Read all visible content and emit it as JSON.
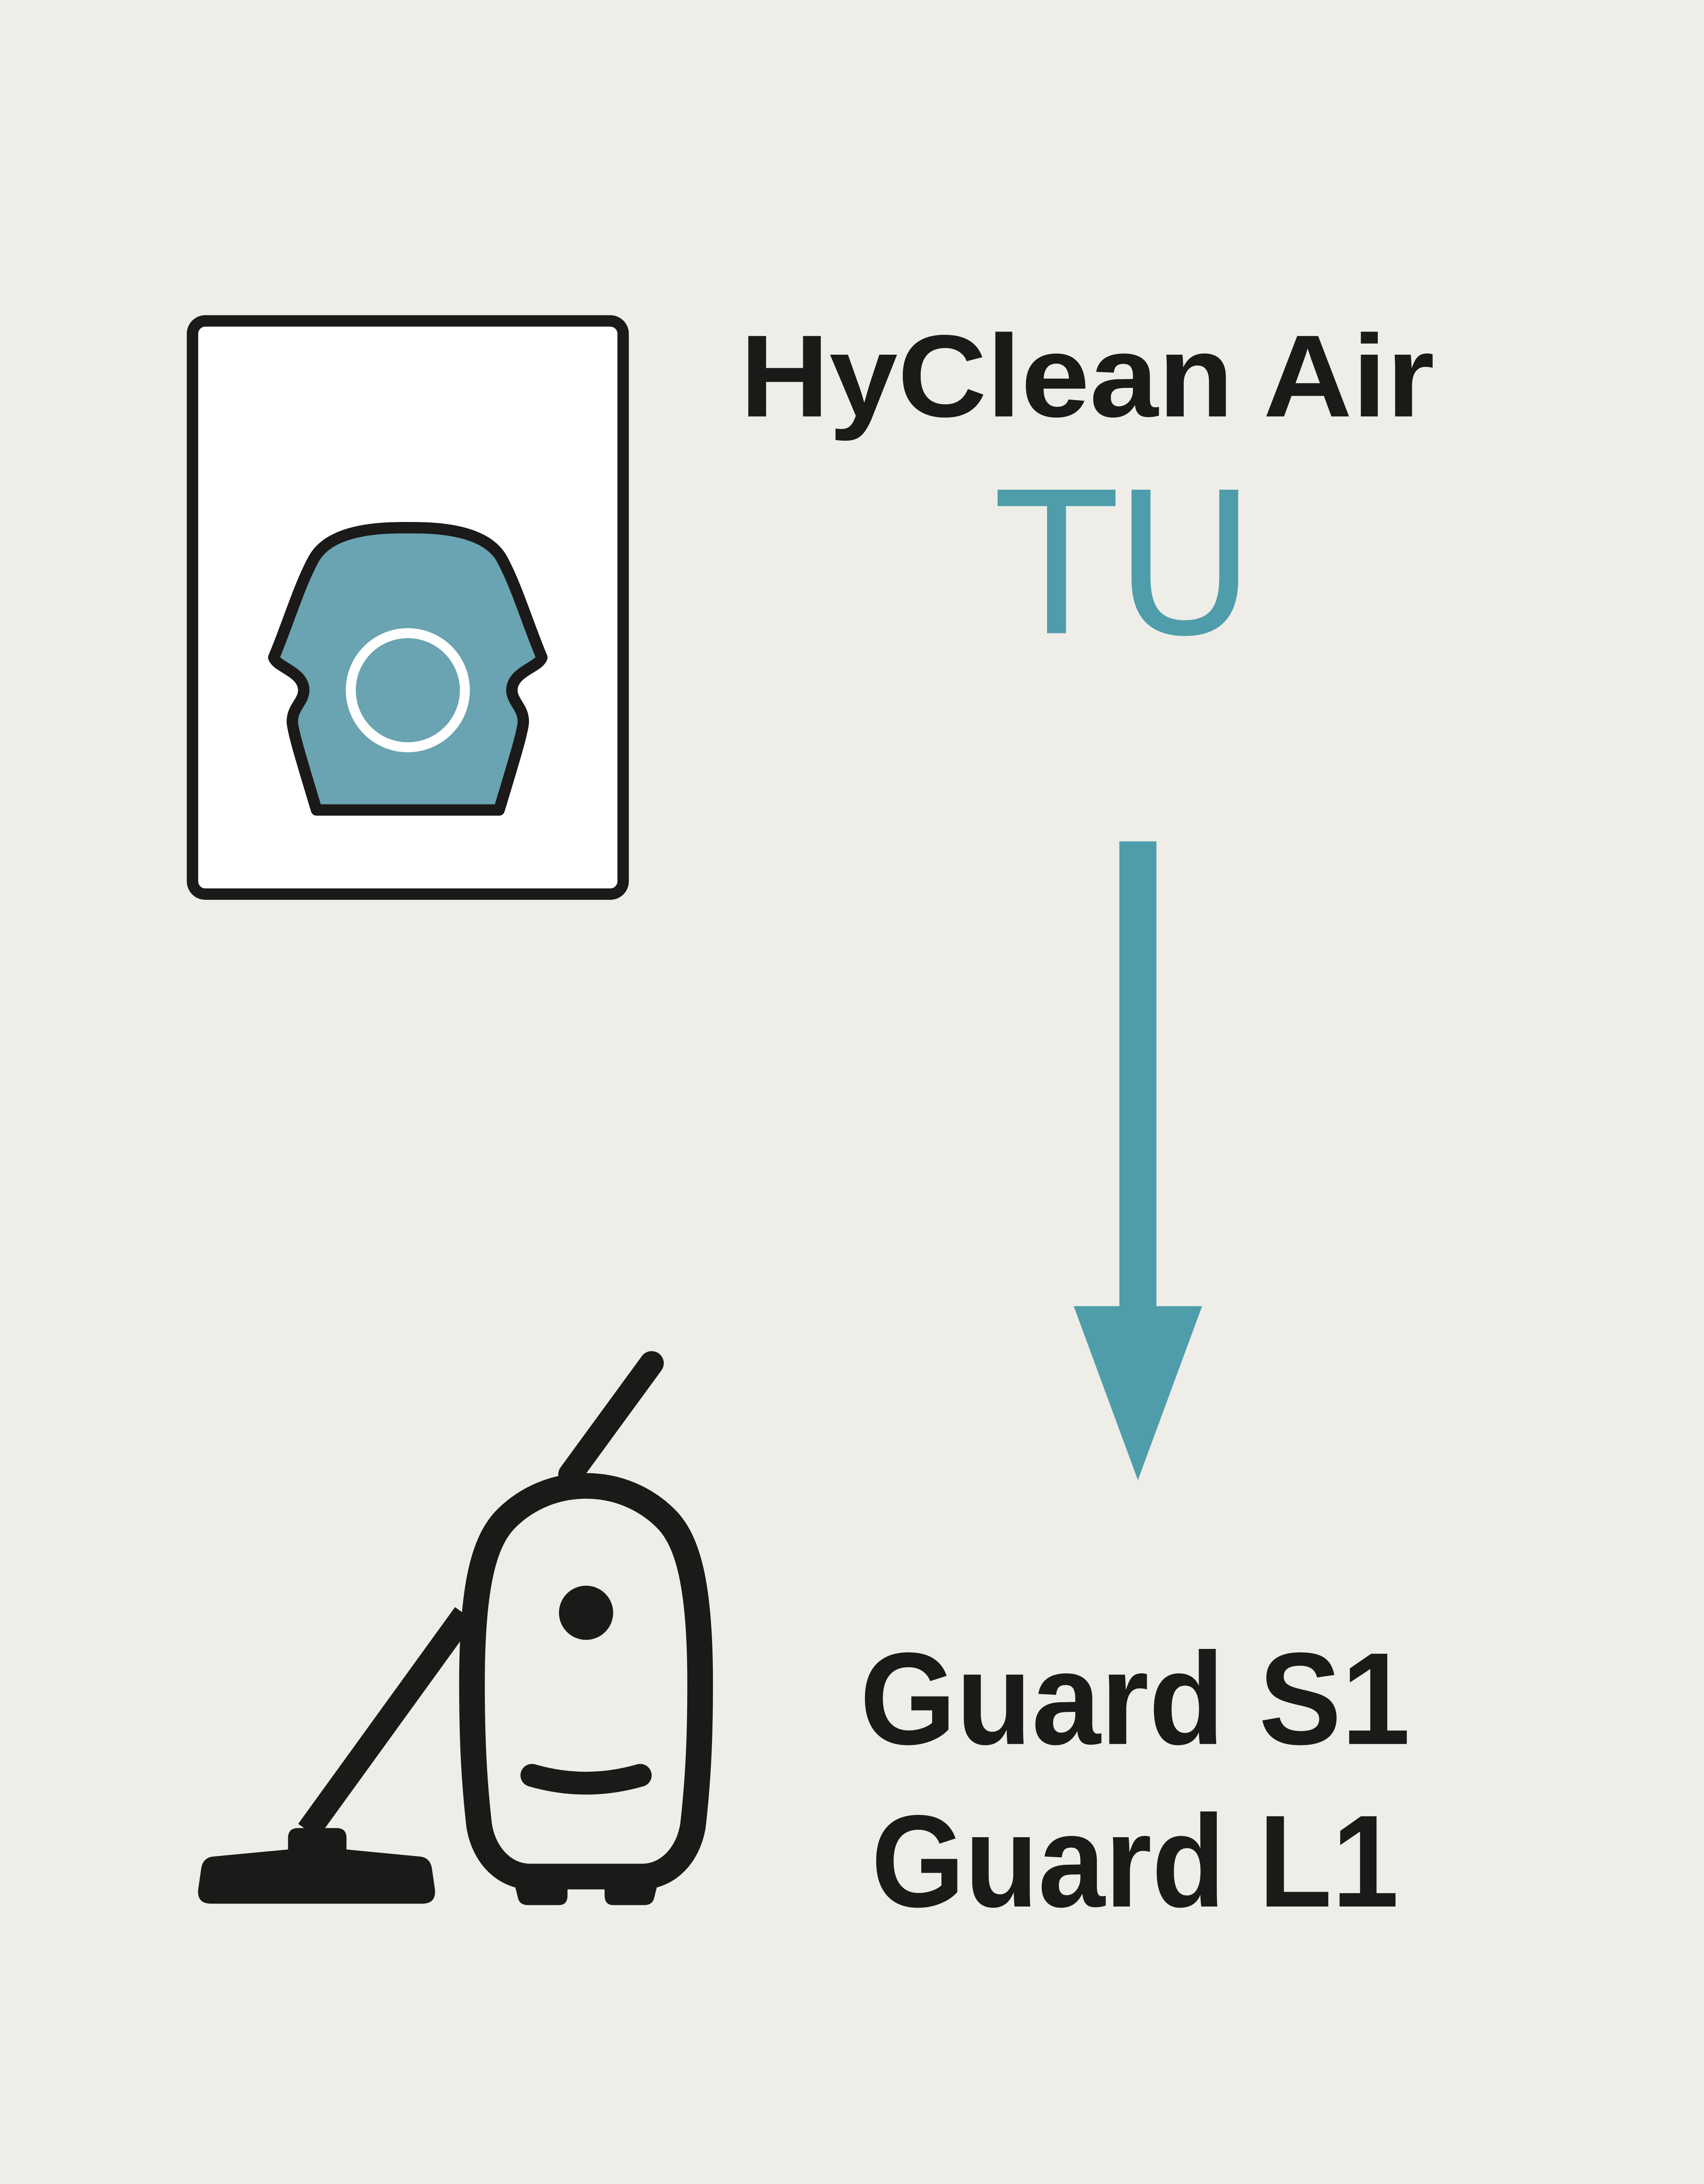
{
  "product": {
    "brand_line": "HyClean Air",
    "model": "TU"
  },
  "compatible_models": [
    "Guard S1",
    "Guard L1"
  ],
  "icons": {
    "bag": "dust-bag-icon",
    "arrow": "arrow-down-icon",
    "vacuum": "vacuum-cleaner-icon"
  },
  "colors": {
    "background": "#eeede8",
    "ink": "#1b1a18",
    "accent": "#4f9dab",
    "bag_fill": "#6aa3b2"
  }
}
